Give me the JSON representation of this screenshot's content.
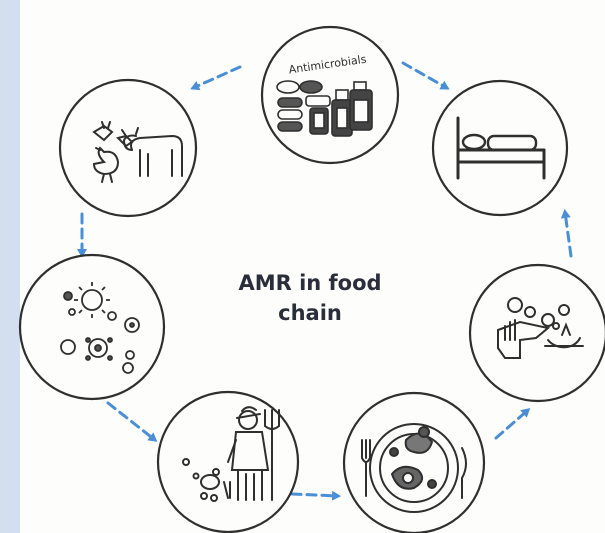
{
  "diagram": {
    "center_label_line1": "AMR in food",
    "center_label_line2": "chain",
    "top_circle_label": "Antimicrobials",
    "colors": {
      "arrow": "#4a8fd6",
      "sketch": "#2f2f2f",
      "background": "#dfe8f5"
    },
    "nodes": [
      {
        "icon": "antimicrobials-icon"
      },
      {
        "icon": "hospital-bed-icon"
      },
      {
        "icon": "dishwashing-hands-icon"
      },
      {
        "icon": "food-plate-icon"
      },
      {
        "icon": "farmer-icon"
      },
      {
        "icon": "bacteria-icon"
      },
      {
        "icon": "livestock-icon"
      }
    ]
  }
}
